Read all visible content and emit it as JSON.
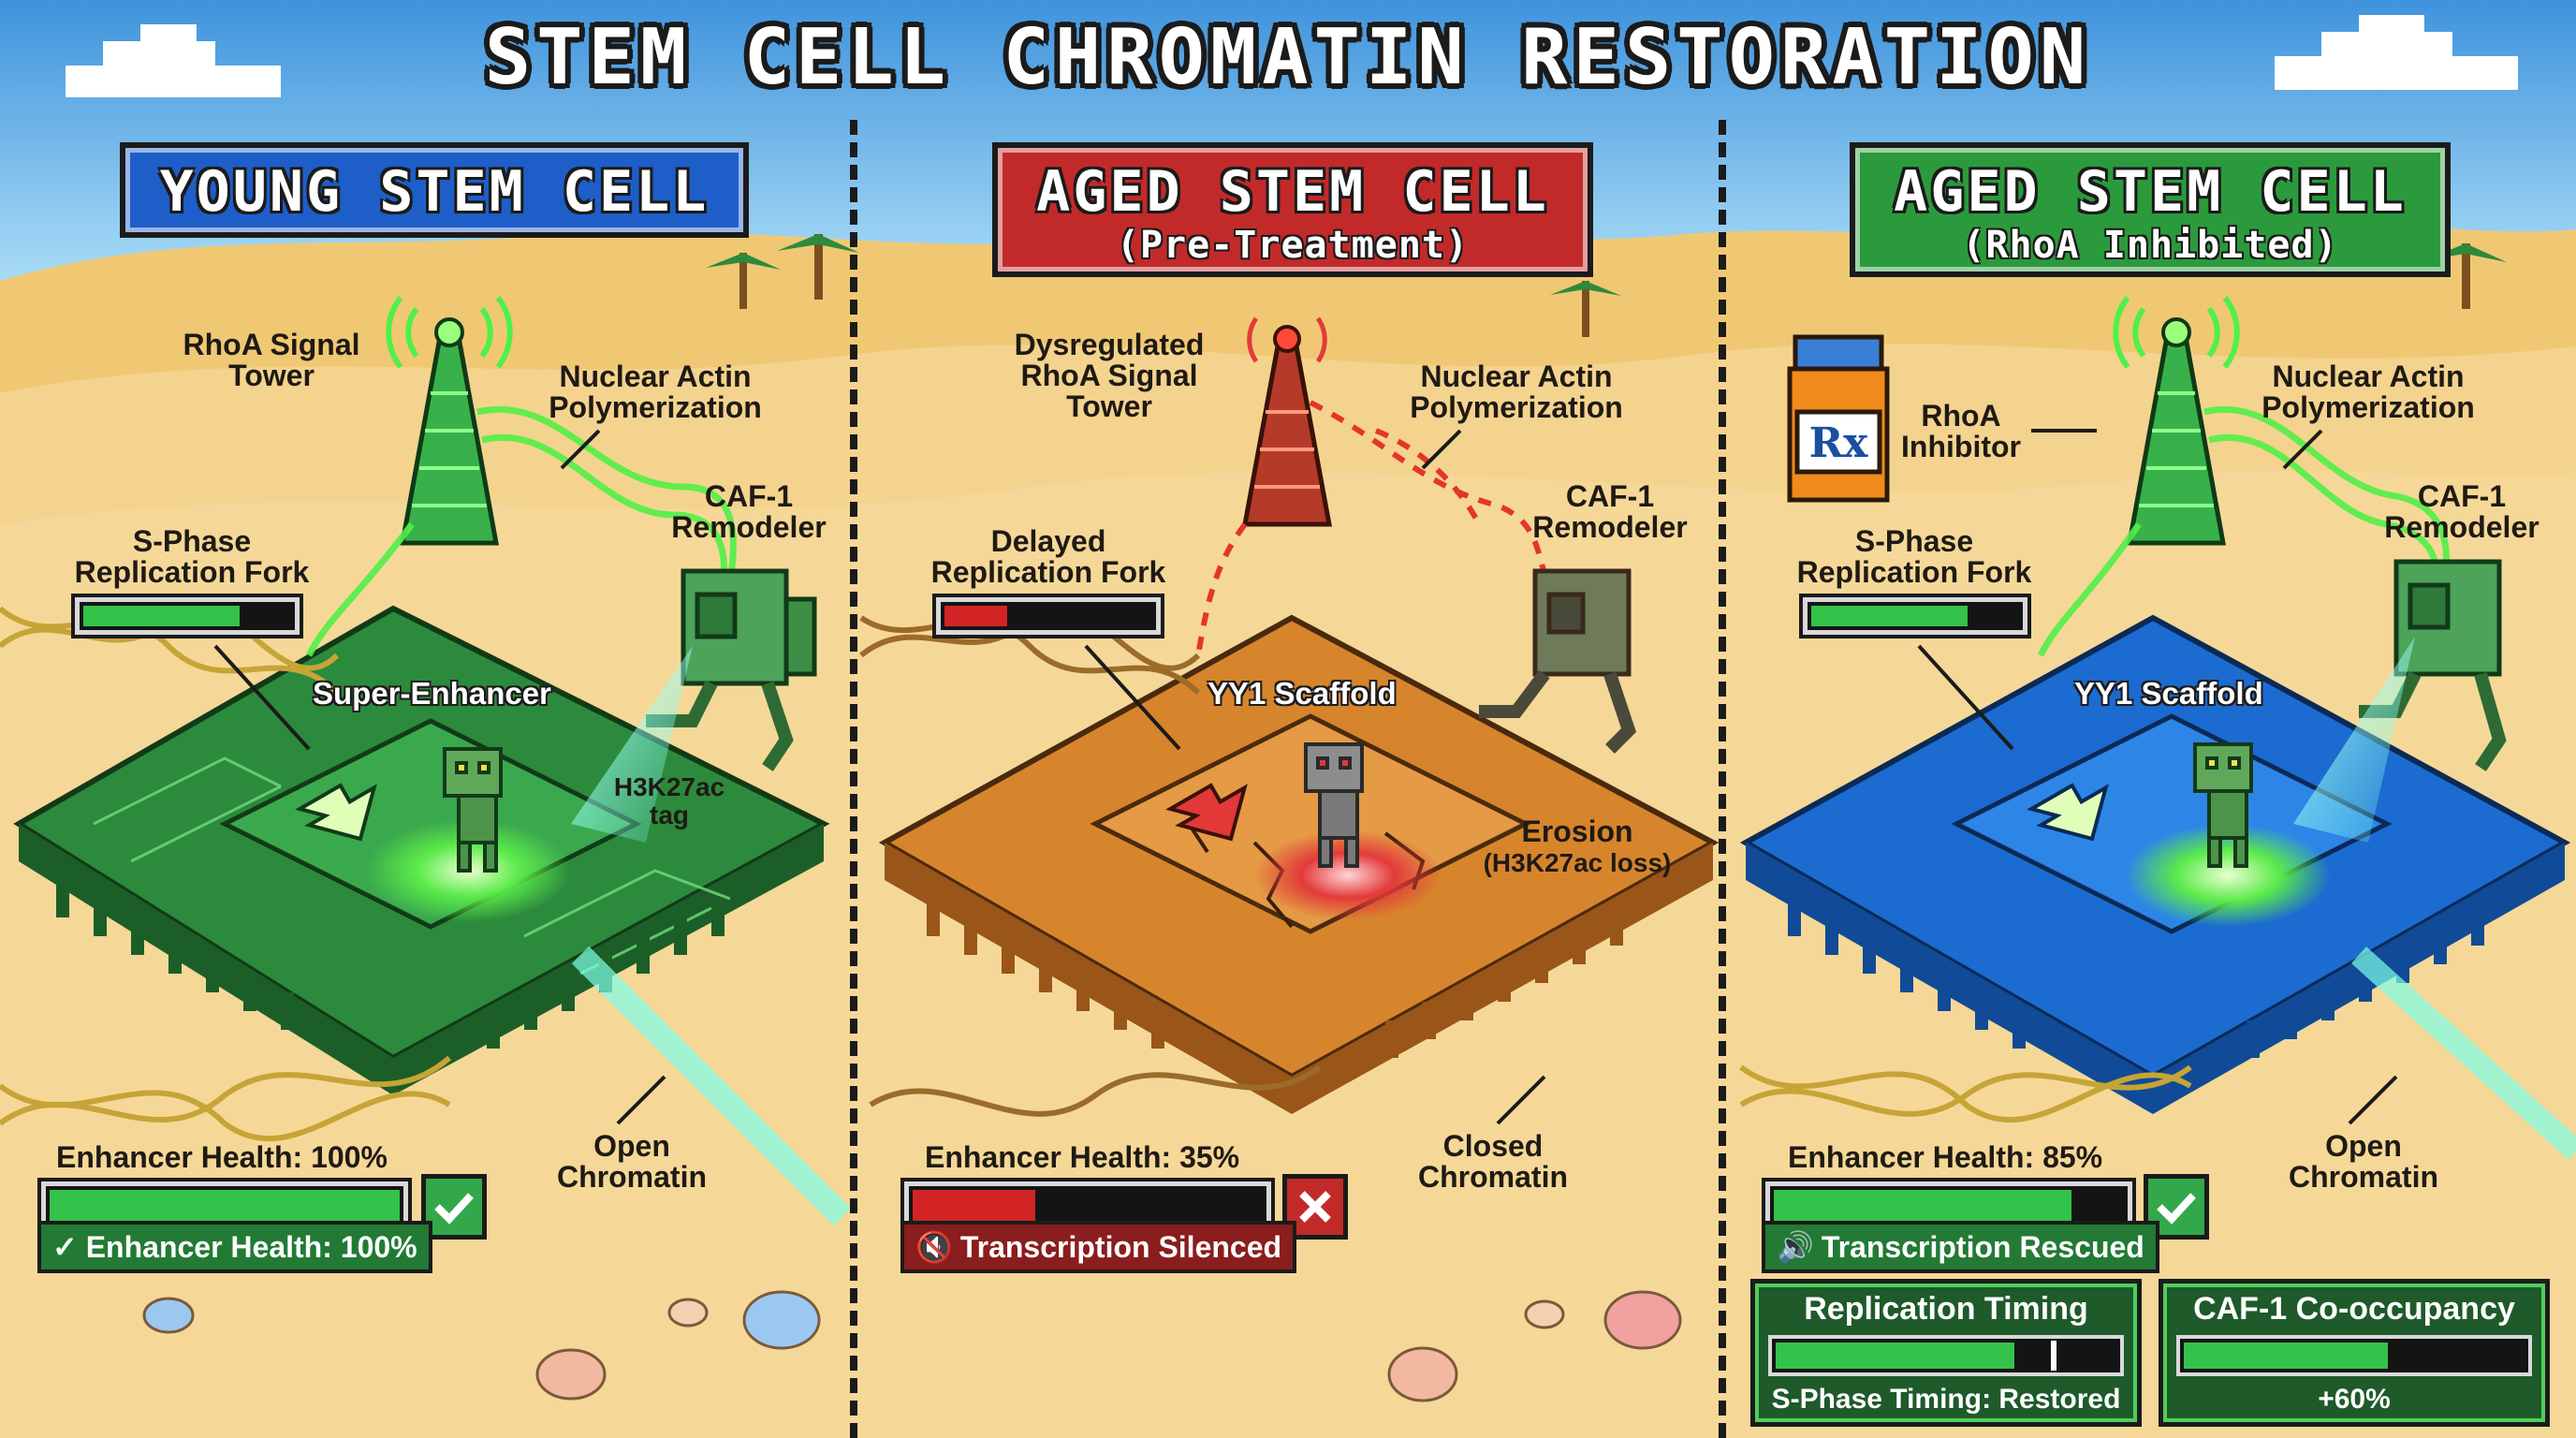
{
  "title": "STEM CELL CHROMATIN RESTORATION",
  "colors": {
    "green": "#33c24a",
    "red": "#d22424",
    "blue": "#1e73d6",
    "orange": "#d9822b",
    "sand": "#f2cf86",
    "sky": "#6fbff0"
  },
  "panels": [
    {
      "banner_title": "YOUNG STEM CELL",
      "banner_subtitle": "",
      "tower_label": "RhoA Signal Tower",
      "actin_label": "Nuclear Actin Polymerization",
      "remodeler_label": "CAF-1 Remodeler",
      "fork_label": "S-Phase Replication Fork",
      "fork_level": 0.75,
      "chip_label": "Super-Enhancer",
      "mark_label": "H3K27ac tag",
      "chromatin_label": "Open Chromatin",
      "health_label": "Enhancer Health: 100%",
      "health_level": 1.0,
      "status_label": "✓ Enhancer Health: 100%",
      "status_icon": "check-icon"
    },
    {
      "banner_title": "AGED STEM CELL",
      "banner_subtitle": "(Pre-Treatment)",
      "tower_label": "Dysregulated RhoA Signal Tower",
      "actin_label": "Nuclear Actin Polymerization",
      "remodeler_label": "CAF-1 Remodeler",
      "fork_label": "Delayed Replication Fork",
      "fork_level": 0.3,
      "chip_label": "YY1 Scaffold",
      "erosion_label": "Erosion",
      "erosion_sub": "(H3K27ac loss)",
      "chromatin_label": "Closed Chromatin",
      "health_label": "Enhancer Health: 35%",
      "health_level": 0.35,
      "status_label": "Transcription Silenced",
      "status_icon": "cross-icon"
    },
    {
      "banner_title": "AGED STEM CELL",
      "banner_subtitle": "(RhoA Inhibited)",
      "inhibitor_label": "RhoA Inhibitor",
      "actin_label": "Nuclear Actin Polymerization",
      "remodeler_label": "CAF-1 Remodeler",
      "fork_label": "S-Phase Replication Fork",
      "fork_level": 0.75,
      "chip_label": "YY1 Scaffold",
      "chromatin_label": "Open Chromatin",
      "health_label": "Enhancer Health: 85%",
      "health_level": 0.85,
      "status_label": "Transcription Rescued",
      "status_icon": "check-icon",
      "timing_title": "Replication Timing",
      "timing_level": 0.7,
      "timing_footer": "S-Phase Timing: Restored",
      "caf_title": "CAF-1 Co-occupancy",
      "caf_level": 0.6,
      "caf_footer": "+60%"
    }
  ]
}
